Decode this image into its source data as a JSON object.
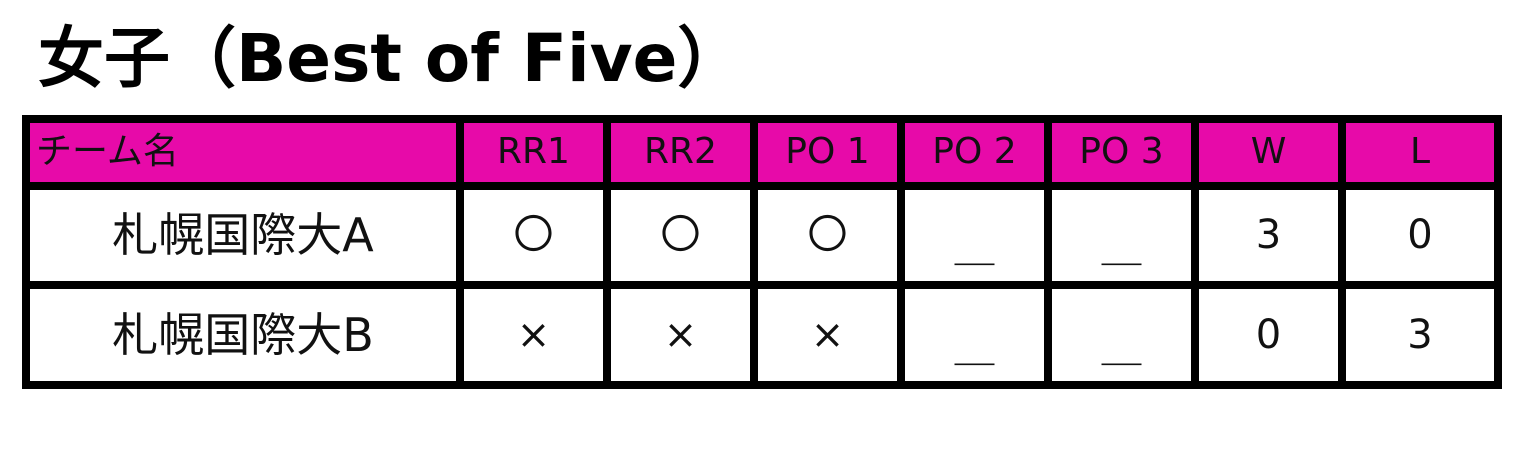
{
  "title": "女子（Best of Five）",
  "table": {
    "columns": [
      "チーム名",
      "RR1",
      "RR2",
      "PO 1",
      "PO 2",
      "PO 3",
      "W",
      "L"
    ],
    "rows": [
      [
        "札幌国際大A",
        "〇",
        "〇",
        "〇",
        "＿",
        "＿",
        "3",
        "0"
      ],
      [
        "札幌国際大B",
        "×",
        "×",
        "×",
        "＿",
        "＿",
        "0",
        "3"
      ]
    ]
  },
  "colors": {
    "header_background": "#e70aa9",
    "border": "#000000",
    "text": "#111111"
  }
}
